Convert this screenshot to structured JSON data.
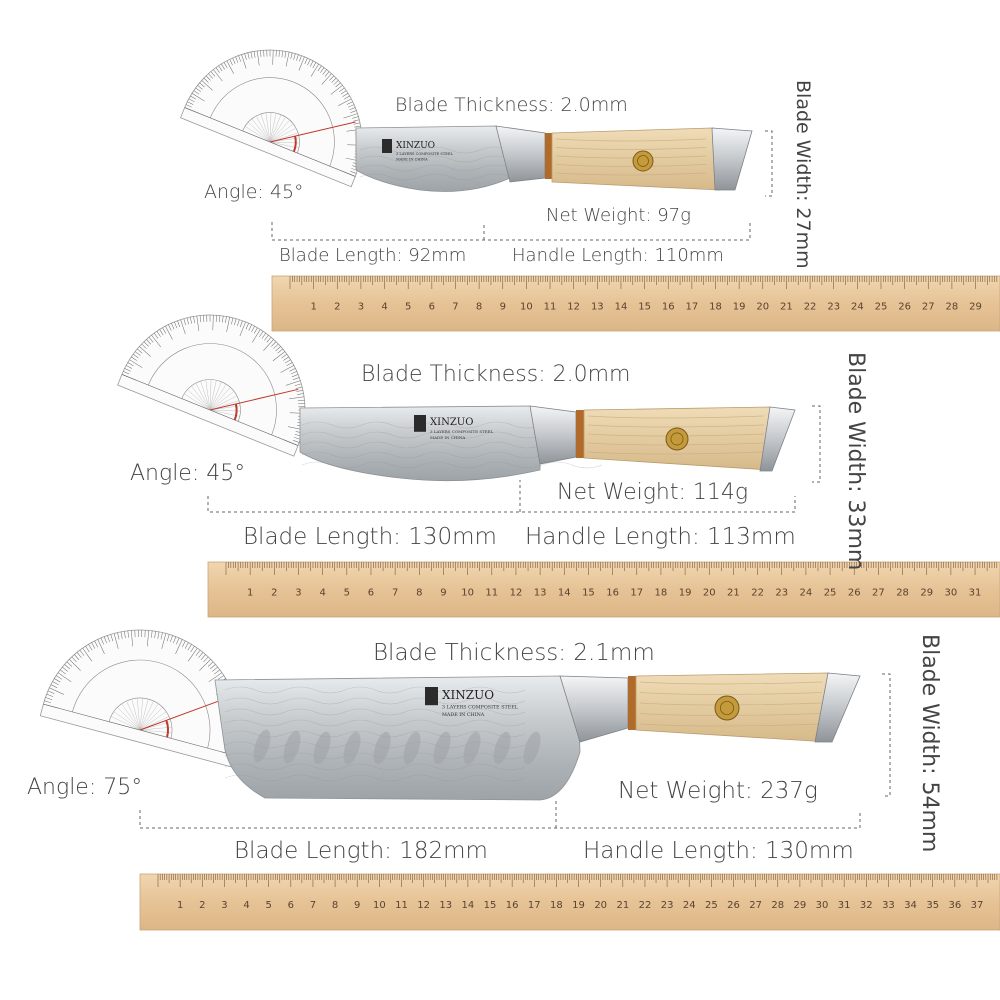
{
  "brand": {
    "name": "XINZUO",
    "line1": "3 LAYERS COMPOSITE STEEL",
    "line2": "MADE IN CHINA"
  },
  "knives": [
    {
      "id": "paring",
      "blade_thickness": "Blade Thickness:  2.0mm",
      "net_weight": "Net Weight:  97g",
      "blade_length": "Blade Length: 92mm",
      "handle_length": "Handle Length: 110mm",
      "blade_width": "Blade Width: 27mm",
      "angle": "Angle:  45°",
      "ruler_max": 30
    },
    {
      "id": "utility",
      "blade_thickness": "Blade Thickness:  2.0mm",
      "net_weight": "Net Weight:  114g",
      "blade_length": "Blade Length: 130mm",
      "handle_length": "Handle Length: 113mm",
      "blade_width": "Blade Width: 33mm",
      "angle": "Angle:  45°",
      "ruler_max": 32
    },
    {
      "id": "santoku",
      "blade_thickness": "Blade Thickness:  2.1mm",
      "net_weight": "Net Weight:  237g",
      "blade_length": "Blade Length: 182mm",
      "handle_length": "Handle Length: 130mm",
      "blade_width": "Blade Width: 54mm",
      "angle": "Angle:  75°",
      "ruler_max": 38
    }
  ],
  "colors": {
    "ruler": "#e8c9a0",
    "ruler_edge": "#c9a47a",
    "handle": "#e4cfa6",
    "blade": "#bfc3c6",
    "bolster": "#c8ccd0",
    "copper": "#b06a2a"
  }
}
